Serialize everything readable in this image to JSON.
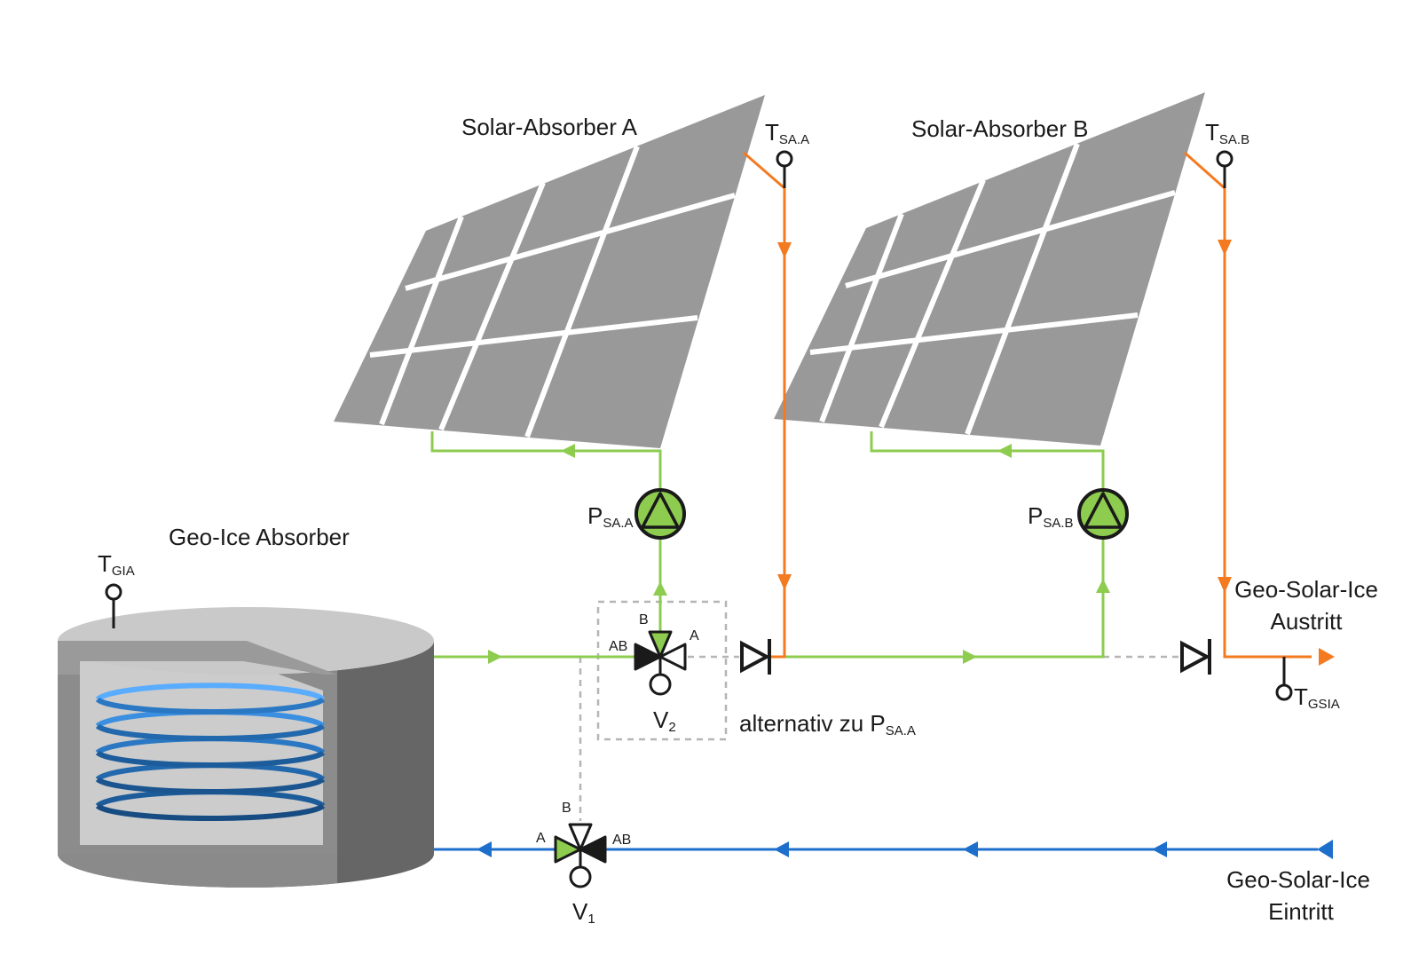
{
  "labels": {
    "solar_a_title": "Solar-Absorber A",
    "solar_b_title": "Solar-Absorber B",
    "geo_ice_title": "Geo-Ice Absorber",
    "sensor_tsa_a": {
      "main": "T",
      "sub": "SA.A"
    },
    "sensor_tsa_b": {
      "main": "T",
      "sub": "SA.B"
    },
    "sensor_tgia": {
      "main": "T",
      "sub": "GIA"
    },
    "sensor_tgsia": {
      "main": "T",
      "sub": "GSIA"
    },
    "pump_a": {
      "main": "P",
      "sub": "SA.A"
    },
    "pump_b": {
      "main": "P",
      "sub": "SA.B"
    },
    "valve_v2": {
      "main": "V",
      "sub": "2"
    },
    "valve_v1": {
      "main": "V",
      "sub": "1"
    },
    "alternative_note": {
      "main": "alternativ zu P",
      "sub": "SA.A"
    },
    "outlet_line1": "Geo-Solar-Ice",
    "outlet_line2": "Austritt",
    "inlet_line1": "Geo-Solar-Ice",
    "inlet_line2": "Eintritt",
    "v2_port_b": "B",
    "v2_port_a": "A",
    "v2_port_ab": "AB",
    "v1_port_b": "B",
    "v1_port_a": "A",
    "v1_port_ab": "AB"
  },
  "colors": {
    "green_line": "#8dcc4f",
    "orange_line": "#f47a20",
    "blue_line": "#1e6fcc",
    "panel_gray": "#999999",
    "pump_fill": "#8dcc4f",
    "dashed_gray": "#b5b5b5"
  },
  "icons": {
    "pump": "circulation-pump-icon",
    "three_way_valve": "three-way-valve-icon",
    "check_valve": "check-valve-icon",
    "temperature_sensor": "temperature-sensor-icon",
    "solar_panel": "solar-absorber-panel-icon",
    "ice_tank": "geo-ice-tank-icon"
  }
}
